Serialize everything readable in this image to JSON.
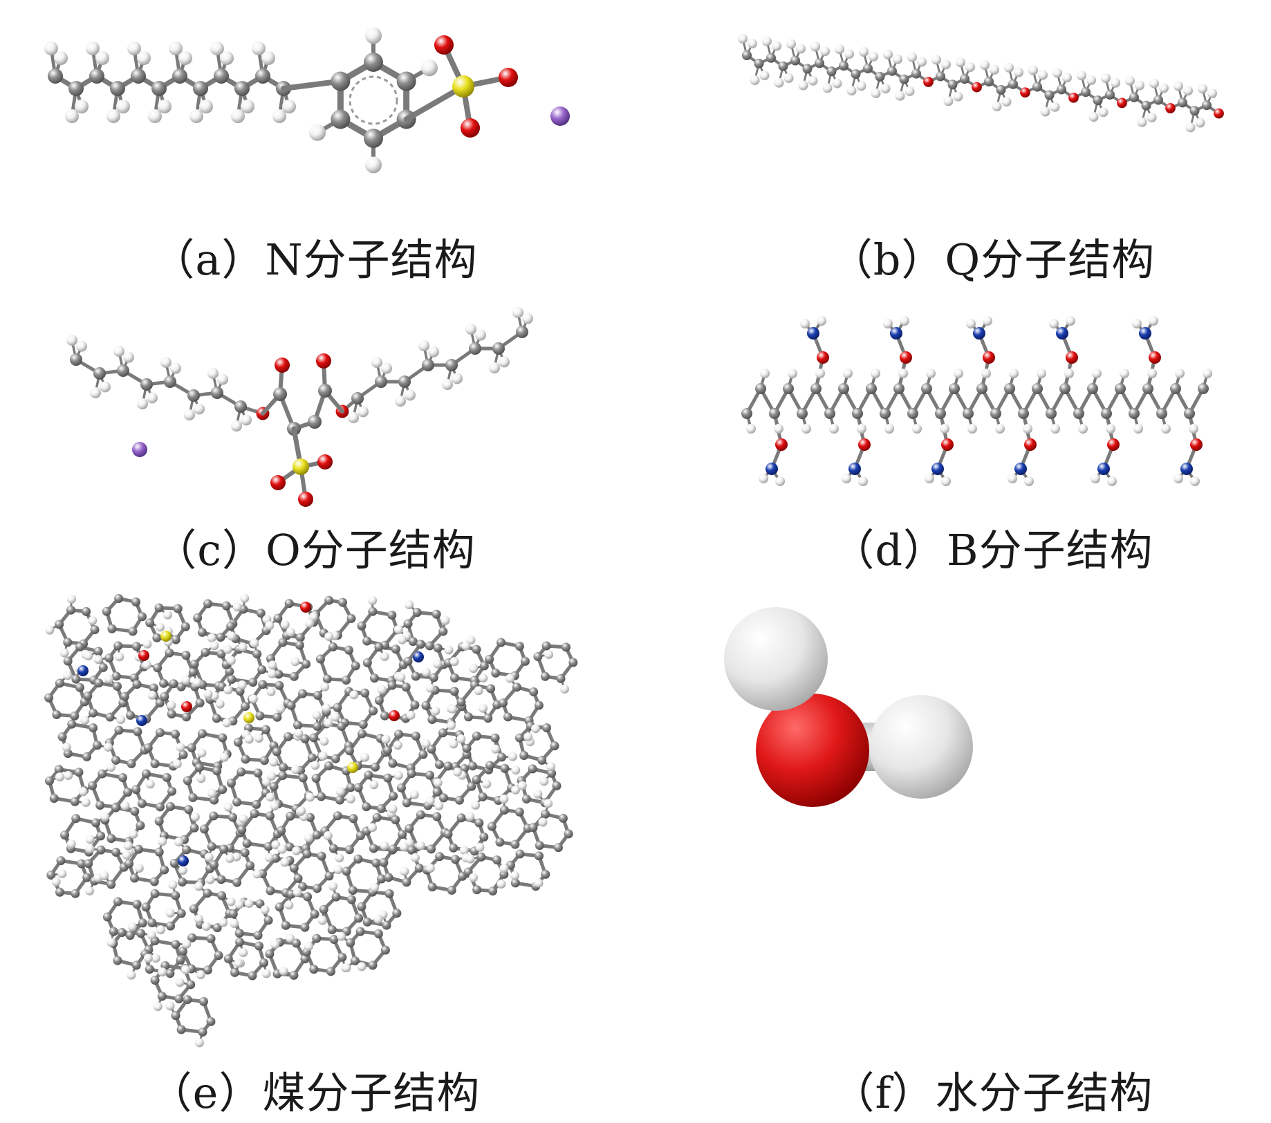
{
  "panels": [
    {
      "id": "a",
      "caption": "（a）N分子结构"
    },
    {
      "id": "b",
      "caption": "（b）Q分子结构"
    },
    {
      "id": "c",
      "caption": "（c）O分子结构"
    },
    {
      "id": "d",
      "caption": "（d）B分子结构"
    },
    {
      "id": "e",
      "caption": "（e）煤分子结构"
    },
    {
      "id": "f",
      "caption": "（f）水分子结构"
    }
  ],
  "atom_colors": {
    "carbon": "#8c8c8c",
    "hydrogen": "#f2f2f2",
    "oxygen": "#e01010",
    "sulfur": "#e8e020",
    "nitrogen": "#1a3fb0",
    "sodium": "#9966cc",
    "bond": "#7a7a7a"
  }
}
